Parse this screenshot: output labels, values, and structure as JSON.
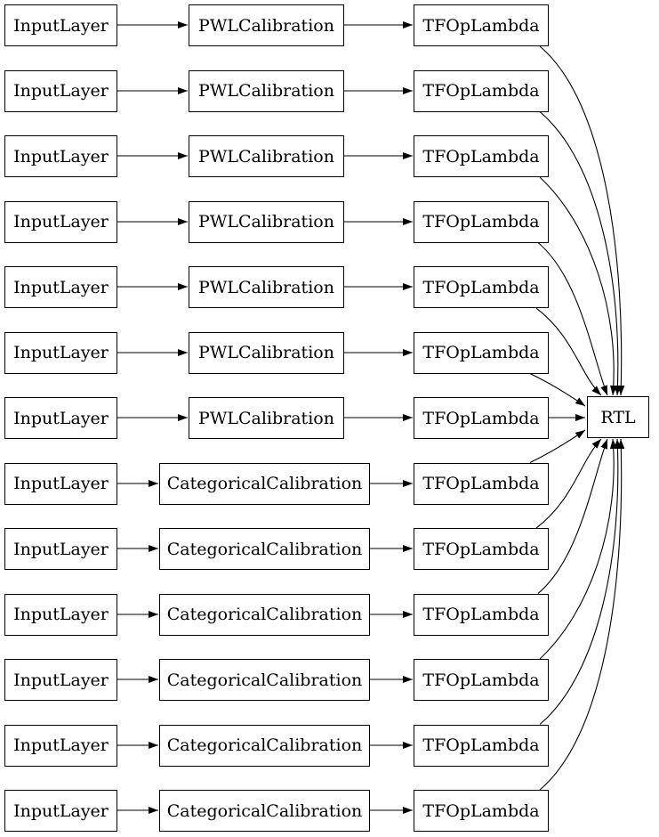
{
  "diagram": {
    "rtl": {
      "label": "RTL"
    },
    "rows": [
      {
        "input": "InputLayer",
        "calibration": "PWLCalibration",
        "lambda": "TFOpLambda"
      },
      {
        "input": "InputLayer",
        "calibration": "PWLCalibration",
        "lambda": "TFOpLambda"
      },
      {
        "input": "InputLayer",
        "calibration": "PWLCalibration",
        "lambda": "TFOpLambda"
      },
      {
        "input": "InputLayer",
        "calibration": "PWLCalibration",
        "lambda": "TFOpLambda"
      },
      {
        "input": "InputLayer",
        "calibration": "PWLCalibration",
        "lambda": "TFOpLambda"
      },
      {
        "input": "InputLayer",
        "calibration": "PWLCalibration",
        "lambda": "TFOpLambda"
      },
      {
        "input": "InputLayer",
        "calibration": "PWLCalibration",
        "lambda": "TFOpLambda"
      },
      {
        "input": "InputLayer",
        "calibration": "CategoricalCalibration",
        "lambda": "TFOpLambda"
      },
      {
        "input": "InputLayer",
        "calibration": "CategoricalCalibration",
        "lambda": "TFOpLambda"
      },
      {
        "input": "InputLayer",
        "calibration": "CategoricalCalibration",
        "lambda": "TFOpLambda"
      },
      {
        "input": "InputLayer",
        "calibration": "CategoricalCalibration",
        "lambda": "TFOpLambda"
      },
      {
        "input": "InputLayer",
        "calibration": "CategoricalCalibration",
        "lambda": "TFOpLambda"
      },
      {
        "input": "InputLayer",
        "calibration": "CategoricalCalibration",
        "lambda": "TFOpLambda"
      }
    ],
    "colors": {
      "node_fill": "#ffffff",
      "node_border": "#000000",
      "edge": "#000000",
      "text": "#000000"
    }
  }
}
